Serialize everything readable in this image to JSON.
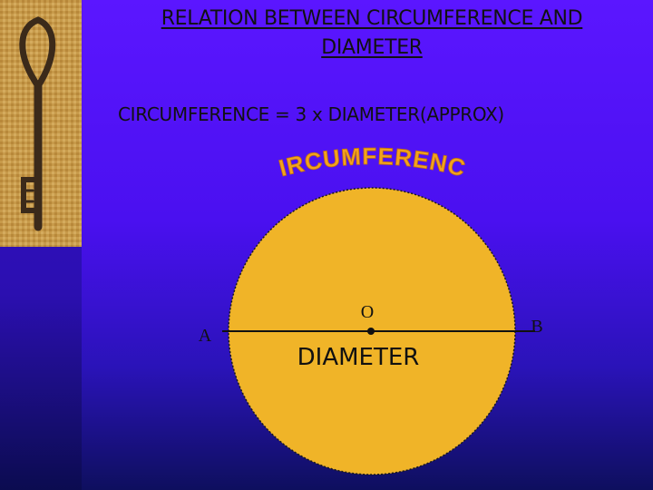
{
  "title": {
    "line1": "RELATION BETWEEN CIRCUMFERENCE AND",
    "line2": "DIAMETER"
  },
  "formula": "CIRCUMFERENCE = 3 x DIAMETER(APPROX)",
  "diagram": {
    "arc_label": "CIRCUMFERENCE",
    "center_label": "O",
    "left_label": "A",
    "right_label": "B",
    "diameter_label": "DIAMETER"
  },
  "colors": {
    "background": "#4a10f0",
    "circle_fill": "#f0b428",
    "arc_text": "#f2a21e",
    "text": "#111111"
  },
  "decoration": {
    "image": "antique-key-on-burlap"
  }
}
